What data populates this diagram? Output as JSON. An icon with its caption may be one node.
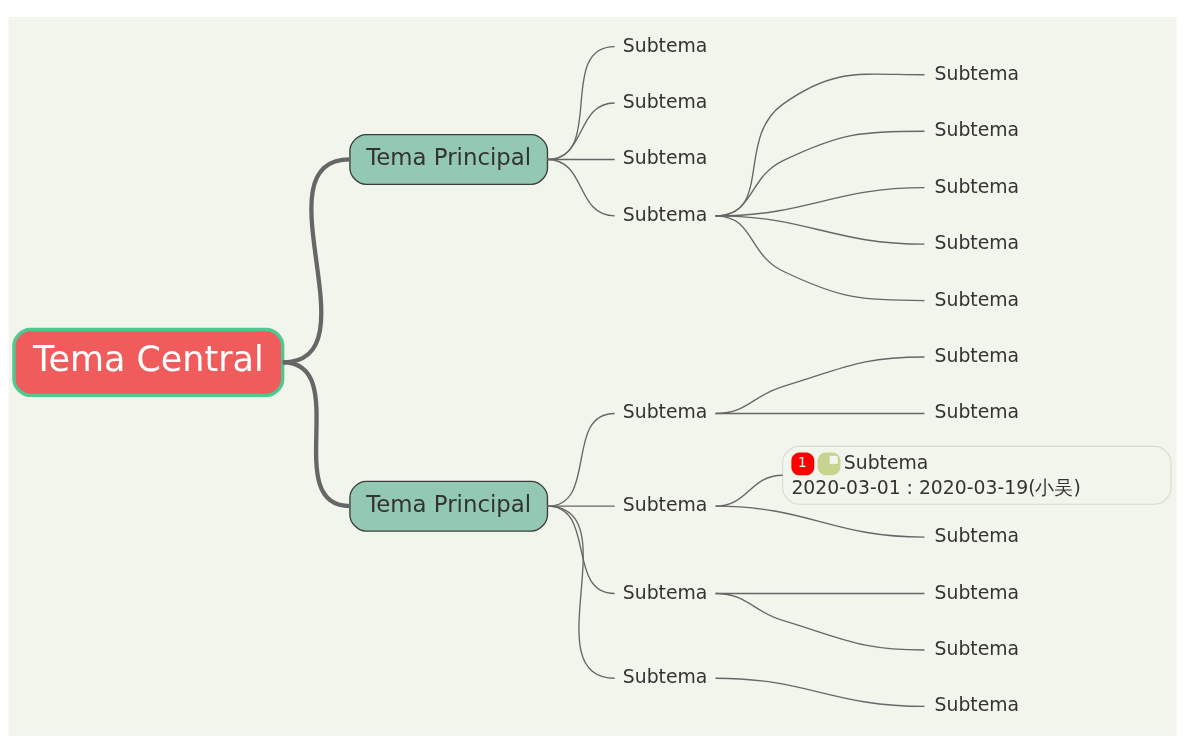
{
  "diagram": {
    "nodes": [
      {
        "text": [
          "Tema Central"
        ]
      },
      {
        "text": [
          "Tema Principal"
        ]
      },
      {
        "text": [
          "Subtema"
        ]
      },
      {
        "text": [
          "Subtema"
        ]
      },
      {
        "text": [
          "Subtema"
        ]
      },
      {
        "text": [
          "Subtema"
        ]
      },
      {
        "text": [
          "Subtema"
        ]
      },
      {
        "text": [
          "Subtema"
        ]
      },
      {
        "text": [
          "Subtema"
        ]
      },
      {
        "text": [
          "Subtema"
        ]
      },
      {
        "text": [
          "Subtema"
        ]
      },
      {
        "text": [
          "Tema Principal"
        ]
      },
      {
        "text": [
          "Subtema"
        ]
      },
      {
        "text": [
          "Subtema"
        ]
      },
      {
        "text": [
          "Subtema"
        ]
      },
      {
        "text": [
          "Subtema"
        ]
      },
      {
        "text": [
          "1",
          "Subtema",
          "2020-03-01 : 2020-03-19(小吴)"
        ]
      },
      {
        "text": [
          "Subtema"
        ]
      },
      {
        "text": [
          "Subtema"
        ]
      },
      {
        "text": [
          "Subtema"
        ]
      },
      {
        "text": [
          "Subtema"
        ]
      },
      {
        "text": [
          "Subtema"
        ]
      },
      {
        "text": [
          "Subtema"
        ]
      }
    ],
    "edges": [
      {
        "from": 0,
        "to": 1,
        "arrow": "none",
        "style": "thick"
      },
      {
        "from": 0,
        "to": 11,
        "arrow": "none",
        "style": "thick"
      },
      {
        "from": 1,
        "to": 2,
        "arrow": "none"
      },
      {
        "from": 1,
        "to": 3,
        "arrow": "none"
      },
      {
        "from": 1,
        "to": 4,
        "arrow": "none"
      },
      {
        "from": 1,
        "to": 5,
        "arrow": "none"
      },
      {
        "from": 5,
        "to": 6,
        "arrow": "none"
      },
      {
        "from": 5,
        "to": 7,
        "arrow": "none"
      },
      {
        "from": 5,
        "to": 8,
        "arrow": "none"
      },
      {
        "from": 5,
        "to": 9,
        "arrow": "none"
      },
      {
        "from": 5,
        "to": 10,
        "arrow": "none"
      },
      {
        "from": 11,
        "to": 12,
        "arrow": "none"
      },
      {
        "from": 11,
        "to": 15,
        "arrow": "none"
      },
      {
        "from": 11,
        "to": 18,
        "arrow": "none"
      },
      {
        "from": 11,
        "to": 21,
        "arrow": "none"
      },
      {
        "from": 12,
        "to": 13,
        "arrow": "none"
      },
      {
        "from": 12,
        "to": 14,
        "arrow": "none"
      },
      {
        "from": 15,
        "to": 16,
        "arrow": "none"
      },
      {
        "from": 15,
        "to": 17,
        "arrow": "none"
      },
      {
        "from": 18,
        "to": 19,
        "arrow": "none"
      },
      {
        "from": 18,
        "to": 20,
        "arrow": "none"
      },
      {
        "from": 21,
        "to": 22,
        "arrow": "none"
      }
    ]
  }
}
